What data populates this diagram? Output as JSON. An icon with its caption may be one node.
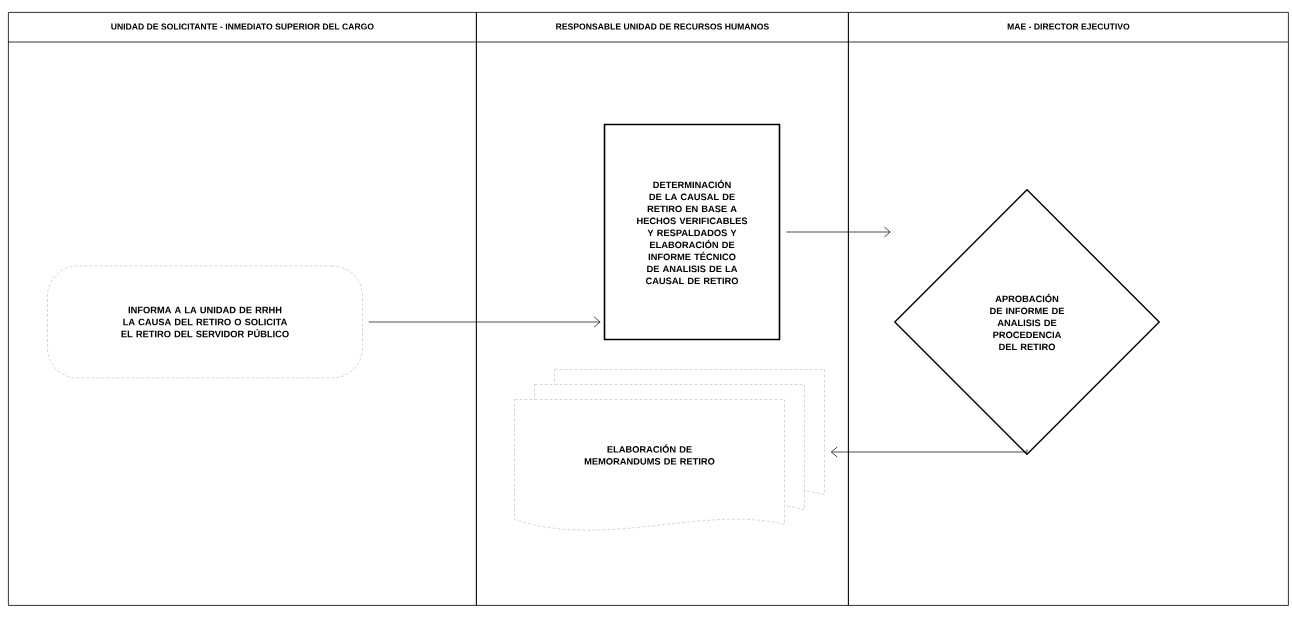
{
  "diagram": {
    "nodes": [
      {
        "text": [
          "UNIDAD  DE  SOLICITANTE - INMEDIATO SUPERIOR DEL CARGO"
        ]
      },
      {
        "text": [
          "RESPONSABLE UNIDAD DE RECURSOS HUMANOS"
        ]
      },
      {
        "text": [
          "MAE - DIRECTOR EJECUTIVO"
        ]
      },
      {
        "text": [
          "INFORMA A LA UNIDAD DE RRHH  LA CAUSA DEL RETIRO O SOLICITA EL RETIRO DEL SERVIDOR PÚBLICO"
        ],
        "in": 0
      },
      {
        "text": [
          "DETERMINACIÓN DE LA CAUSAL DE RETIRO EN BASE A HECHOS VERIFICABLES Y RESPALDADOS Y ELABORACIÓN DE INFORME TÉCNICO DE ANALISIS DE LA CAUSAL DE RETIRO"
        ],
        "in": 1
      },
      {
        "text": [
          "APROBACIÓN DE INFORME DE ANALISIS DE PROCEDENCIA DEL RETIRO"
        ],
        "in": 2
      },
      {
        "text": [
          "ELABORACIÓN DE MEMORANDUMS DE RETIRO"
        ],
        "in": 1
      }
    ],
    "edges": [
      {
        "from": 3,
        "to": 4,
        "arrow": "to"
      },
      {
        "from": 4,
        "to": 5,
        "arrow": "to"
      },
      {
        "from": 5,
        "to": 6,
        "arrow": "to"
      }
    ]
  }
}
